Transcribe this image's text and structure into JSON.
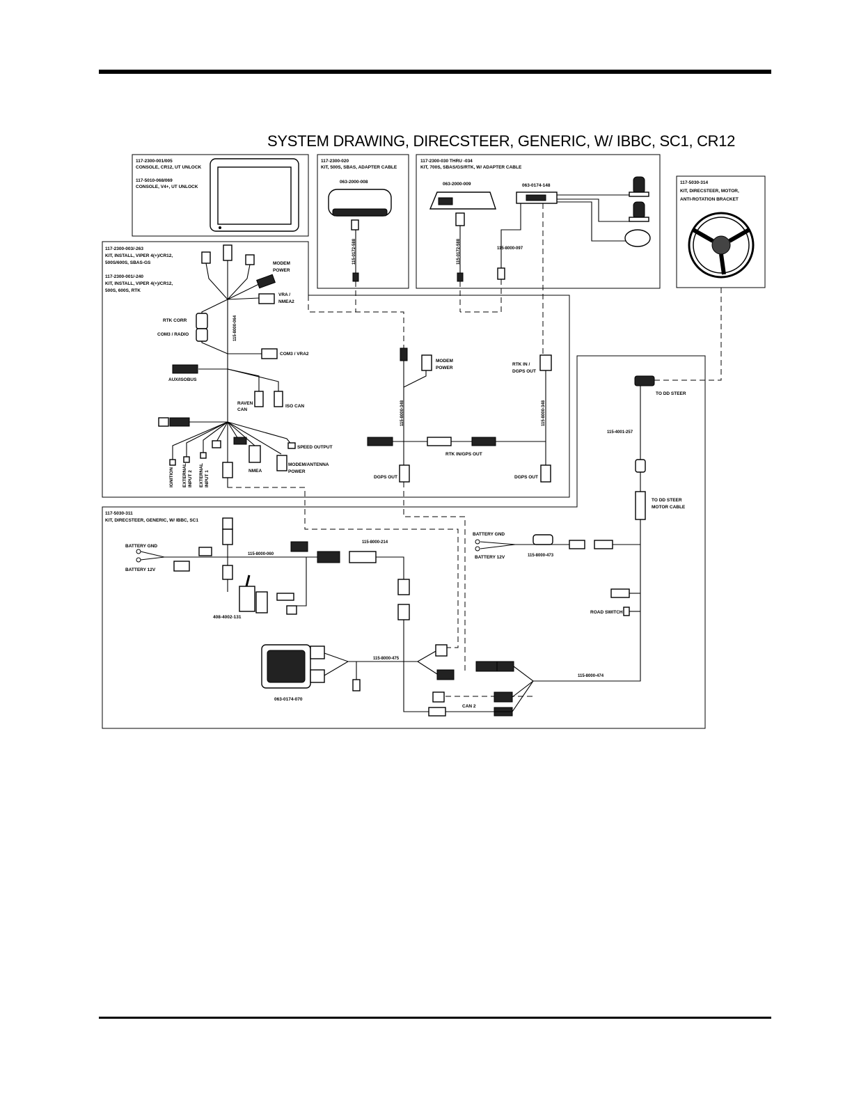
{
  "title": "SYSTEM DRAWING, DIRECSTEER, GENERIC, W/ IBBC, SC1, CR12",
  "boxes": {
    "console": {
      "line1": "117-2300-001/005",
      "line2": "CONSOLE, CR12, UT UNLOCK",
      "line3": "117-5010-068/069",
      "line4": "CONSOLE, V4+, UT UNLOCK"
    },
    "kit_500s": {
      "line1": "117-2300-020",
      "line2": "KIT, 500S, SBAS, ADAPTER CABLE",
      "part": "063-2000-008"
    },
    "kit_700s": {
      "line1": "117-2300-030 THRU -034",
      "line2": "KIT, 700S, SBAS/GS/RTK, W/ ADAPTER CABLE",
      "part": "063-2000-009",
      "part2": "063-0174-148"
    },
    "motor_kit": {
      "line1": "117-5030-314",
      "line2": "KIT, DIRECSTEER, MOTOR,",
      "line3": "ANTI-ROTATION BRACKET"
    },
    "install_kit": {
      "line1": "117-2300-003/-263",
      "line2": "KIT, INSTALL, VIPER 4(+)/CR12,",
      "line3": "500S/600S, SBAS-GS",
      "line4": "117-2300-001/-240",
      "line5": "KIT, INSTALL, VIPER 4(+)/CR12,",
      "line6": "500S, 600S, RTK"
    },
    "generic_kit": {
      "line1": "117-5030-311",
      "line2": "KIT, DIRECSTEER, GENERIC, W/ IBBC, SC1"
    }
  },
  "labels": {
    "modem_power": [
      "MODEM",
      "POWER"
    ],
    "vra_nmea2": [
      "VRA /",
      "NMEA2"
    ],
    "rtk_corr": "RTK CORR",
    "com3_radio": "COM3 / RADIO",
    "com3_vra2": "COM3 / VRA2",
    "aux_isobus": "AUX/ISOBUS",
    "raven_can": [
      "RAVEN",
      "CAN"
    ],
    "iso_can": "ISO CAN",
    "speed_output": "SPEED OUTPUT",
    "modem_antenna_power": [
      "MODEM/ANTENNA",
      "POWER"
    ],
    "nmea": "NMEA",
    "ignition": "IGNITION",
    "external_input_2": [
      "EXTERNAL",
      "INPUT 2"
    ],
    "external_input_1": [
      "EXTERNAL",
      "INPUT 1"
    ],
    "cable_115_8000_064": "115-8000-064",
    "cable_115_0172_588a": "115-0172-588",
    "cable_115_0172_588b": "115-0172-588",
    "cable_115_8000_097": "115-8000-097",
    "modem_power_2": [
      "MODEM",
      "POWER"
    ],
    "rtk_in_dgps_out": [
      "RTK IN /",
      "DGPS OUT"
    ],
    "cable_115_8000_348a": "115-8000-348",
    "cable_115_8000_348b": "115-8000-348",
    "rtk_in_gps_out": "RTK IN/GPS OUT",
    "dgps_out_a": "DGPS OUT",
    "dgps_out_b": "DGPS OUT",
    "to_dd_steer": "TO DD STEER",
    "cable_115_4001_257": "115-4001-257",
    "to_dd_steer_motor_cable": [
      "TO DD STEER",
      "MOTOR CABLE"
    ],
    "battery_gnd_a": "BATTERY GND",
    "battery_12v_a": "BATTERY 12V",
    "cable_115_8000_060": "115-8000-060",
    "cable_115_8000_214": "115-8000-214",
    "battery_gnd_b": "BATTERY GND",
    "battery_12v_b": "BATTERY 12V",
    "cable_115_8000_473": "115-8000-473",
    "part_408_4002_131": "408-4002-131",
    "road_switch": "ROAD SWITCH",
    "cable_115_8000_475": "115-8000-475",
    "cable_115_8000_474": "115-8000-474",
    "part_063_0174_070": "063-0174-070",
    "can2": "CAN 2"
  }
}
